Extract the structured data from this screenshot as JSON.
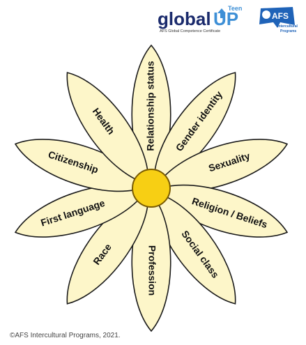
{
  "header": {
    "globalup_logo": {
      "wordmark_left": "global",
      "wordmark_right": "UP",
      "superscript": "Teen",
      "tagline": "AFS Global Competence Certificate",
      "colors": {
        "global": "#1a2a6c",
        "up": "#3d8fd6",
        "teen": "#3d8fd6"
      }
    },
    "afs_logo": {
      "mark": "AFS",
      "caption_line1": "Intercultural",
      "caption_line2": "Programs",
      "color": "#1f63b8"
    }
  },
  "flower": {
    "petal_color": "#fdf6c9",
    "petal_outline": "#1a1a1a",
    "center_color": "#f7cf14",
    "center_outline": "#7a5b00",
    "petals": [
      {
        "label": "Relationship status"
      },
      {
        "label": "Gender identity"
      },
      {
        "label": "Sexuality"
      },
      {
        "label": "Religion / Beliefs"
      },
      {
        "label": "Social class"
      },
      {
        "label": "Profession"
      },
      {
        "label": "Race"
      },
      {
        "label": "First language"
      },
      {
        "label": "Citizenship"
      },
      {
        "label": "Health"
      }
    ]
  },
  "footer": {
    "copyright": "©AFS Intercultural Programs, 2021."
  }
}
